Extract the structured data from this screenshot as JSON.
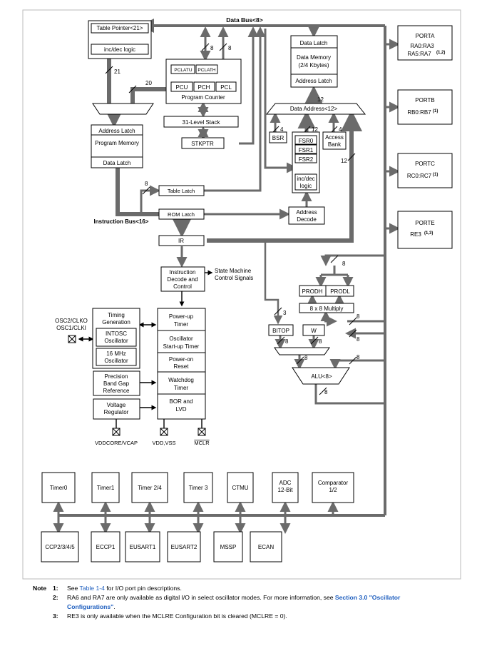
{
  "labels": {
    "data_bus": "Data Bus<8>",
    "table_pointer": "Table Pointer<21>",
    "inc_dec_logic": "inc/dec logic",
    "pclatu": "PCLATU",
    "pclath": "PCLATH",
    "pcu": "PCU",
    "pch": "PCH",
    "pcl": "PCL",
    "program_counter": "Program Counter",
    "stack": "31-Level Stack",
    "stkptr": "STKPTR",
    "address_latch": "Address Latch",
    "program_memory": "Program Memory",
    "data_latch": "Data Latch",
    "table_latch": "Table Latch",
    "instruction_bus": "Instruction Bus<16>",
    "rom_latch": "ROM Latch",
    "ir": "IR",
    "data_latch_top": "Data Latch",
    "data_memory_1": "Data Memory",
    "data_memory_2": "(2/4 Kbytes)",
    "address_latch_dm": "Address Latch",
    "data_address": "Data Address<12>",
    "bsr": "BSR",
    "fsr0": "FSR0",
    "fsr1": "FSR1",
    "fsr2": "FSR2",
    "incdec_1": "inc/dec",
    "incdec_2": "logic",
    "access_1": "Access",
    "access_2": "Bank",
    "addr_decode_1": "Address",
    "addr_decode_2": "Decode",
    "instr_decode_1": "Instruction",
    "instr_decode_2": "Decode and",
    "instr_decode_3": "Control",
    "state_machine_1": "State Machine",
    "state_machine_2": "Control Signals",
    "timing_1": "Timing",
    "timing_2": "Generation",
    "intosc_1": "INTOSC",
    "intosc_2": "Oscillator",
    "osc16_1": "16 MHz",
    "osc16_2": "Oscillator",
    "osc2": "OSC2/CLKO",
    "osc1": "OSC1/CLKI",
    "powerup_1": "Power-up",
    "powerup_2": "Timer",
    "osu_1": "Oscillator",
    "osu_2": "Start-up Timer",
    "por_1": "Power-on",
    "por_2": "Reset",
    "wdt_1": "Watchdog",
    "wdt_2": "Timer",
    "bor_1": "BOR and",
    "bor_2": "LVD",
    "bandgap_1": "Precision",
    "bandgap_2": "Band Gap",
    "bandgap_3": "Reference",
    "vreg_1": "Voltage",
    "vreg_2": "Regulator",
    "vddcore": "VDDCORE/VCAP",
    "vddvss": "VDD,VSS",
    "mclr": "MCLR",
    "prodh": "PRODH",
    "prodl": "PRODL",
    "multiply": "8 x 8 Multiply",
    "bitop": "BITOP",
    "w": "W",
    "alu": "ALU<8>",
    "porta": "PORTA",
    "porta_pins_1": "RA0:RA3",
    "porta_pins_2": "RA5:RA7",
    "porta_sup": "(1,2)",
    "portb": "PORTB",
    "portb_pins": "RB0:RB7",
    "portb_sup": "(1)",
    "portc": "PORTC",
    "portc_pins": "RC0:RC7",
    "portc_sup": "(1)",
    "porte": "PORTE",
    "porte_pins": "RE3",
    "porte_sup": "(1,3)",
    "w21": "21",
    "w20": "20",
    "w8": "8",
    "w12": "12",
    "w4": "4",
    "w3": "3"
  },
  "peripherals_top": [
    {
      "l1": "Timer0",
      "l2": ""
    },
    {
      "l1": "Timer1",
      "l2": ""
    },
    {
      "l1": "Timer 2/4",
      "l2": ""
    },
    {
      "l1": "Timer 3",
      "l2": ""
    },
    {
      "l1": "CTMU",
      "l2": ""
    },
    {
      "l1": "ADC",
      "l2": "12-Bit"
    },
    {
      "l1": "Comparator",
      "l2": "1/2"
    }
  ],
  "peripherals_bottom": [
    {
      "l1": "CCP2/3/4/5"
    },
    {
      "l1": "ECCP1"
    },
    {
      "l1": "EUSART1"
    },
    {
      "l1": "EUSART2"
    },
    {
      "l1": "MSSP"
    },
    {
      "l1": "ECAN"
    }
  ],
  "notes": {
    "title": "Note",
    "n1_num": "1:",
    "n1_a": "See ",
    "n1_link": "Table 1-4",
    "n1_b": " for I/O port pin descriptions.",
    "n2_num": "2:",
    "n2_a": "RA6 and RA7 are only available as digital I/O in select oscillator modes. For more information, see ",
    "n2_link": "Section 3.0 \"Oscillator",
    "n2_link2": "Configurations\"",
    "n2_end": ".",
    "n3_num": "3:",
    "n3": "RE3 is only available when the MCLRE Configuration bit is cleared (MCLRE = 0)."
  },
  "colors": {
    "bus": "#6b6b6b",
    "box_border": "#000000",
    "link": "#1f5fbf"
  }
}
